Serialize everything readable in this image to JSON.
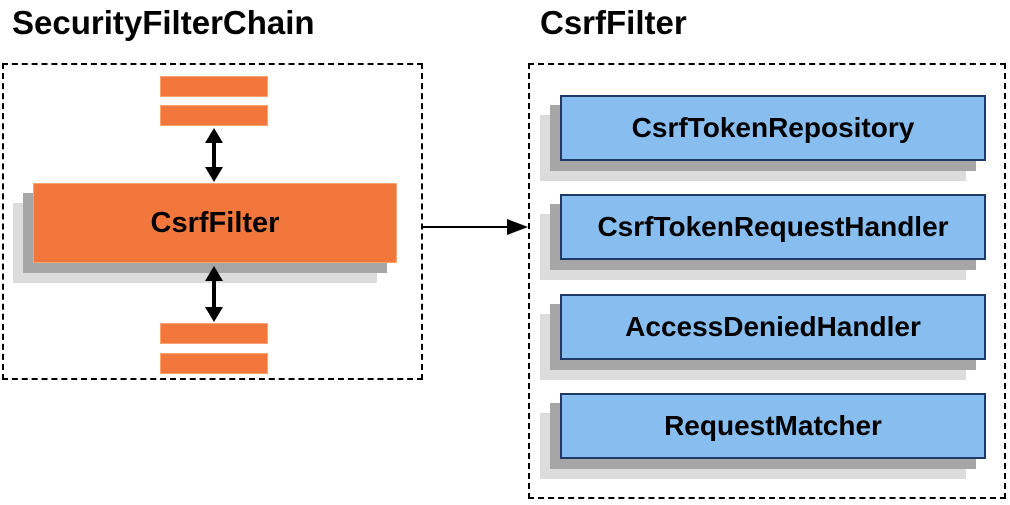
{
  "left_panel": {
    "title": "SecurityFilterChain",
    "csrf_filter_label": "CsrfFilter"
  },
  "right_panel": {
    "title": "CsrfFilter",
    "components": [
      {
        "label": "CsrfTokenRepository"
      },
      {
        "label": "CsrfTokenRequestHandler"
      },
      {
        "label": "AccessDeniedHandler"
      },
      {
        "label": "RequestMatcher"
      }
    ]
  },
  "colors": {
    "orange": "#F2773C",
    "orange_border": "#F8A471",
    "blue": "#87BDEF",
    "blue_border": "#1F3A68",
    "shadow_dark": "#A6A6A6",
    "shadow_light": "#DCDCDC",
    "arrow": "#000000"
  }
}
